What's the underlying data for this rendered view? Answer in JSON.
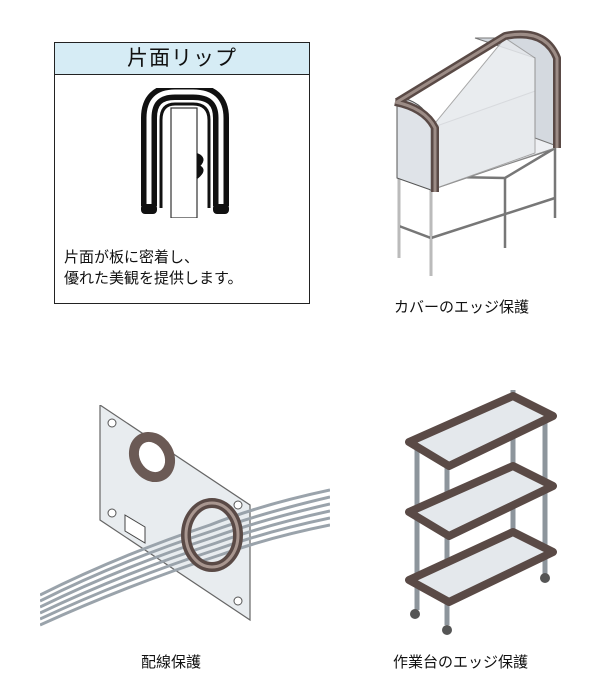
{
  "lip_panel": {
    "title": "片面リップ",
    "description": "片面が板に密着し、\n優れた美観を提供します。"
  },
  "captions": {
    "cover": "カバーのエッジ保護",
    "wiring": "配線保護",
    "workbench": "作業台のエッジ保護"
  },
  "colors": {
    "header_bg": "#d6ecf5",
    "trim": "#6b5a55",
    "metal": "#c8cfd6"
  }
}
